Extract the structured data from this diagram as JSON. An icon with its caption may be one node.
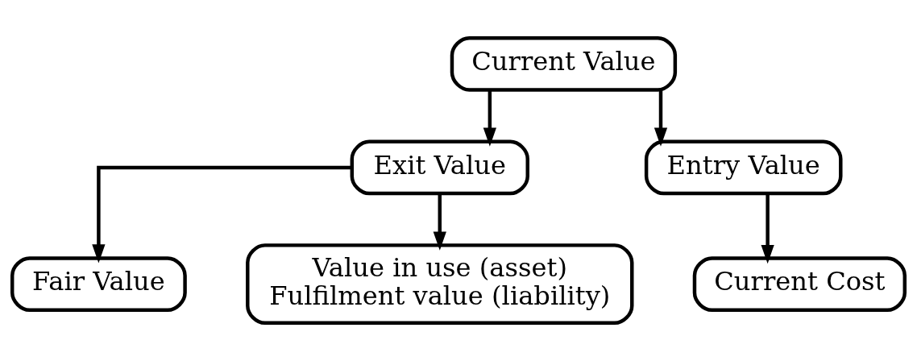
{
  "diagram": {
    "nodes": [
      {
        "text": [
          "Current Value"
        ]
      },
      {
        "text": [
          "Exit Value"
        ]
      },
      {
        "text": [
          "Entry Value"
        ]
      },
      {
        "text": [
          "Fair Value"
        ]
      },
      {
        "text": [
          "Value in use (asset)",
          "Fulfilment value (liability)"
        ]
      },
      {
        "text": [
          "Current Cost"
        ]
      }
    ],
    "edges": [
      {
        "from": 0,
        "to": 1,
        "arrow": "to"
      },
      {
        "from": 0,
        "to": 2,
        "arrow": "to"
      },
      {
        "from": 1,
        "to": 3,
        "arrow": "to"
      },
      {
        "from": 1,
        "to": 4,
        "arrow": "to"
      },
      {
        "from": 2,
        "to": 5,
        "arrow": "to"
      }
    ]
  }
}
